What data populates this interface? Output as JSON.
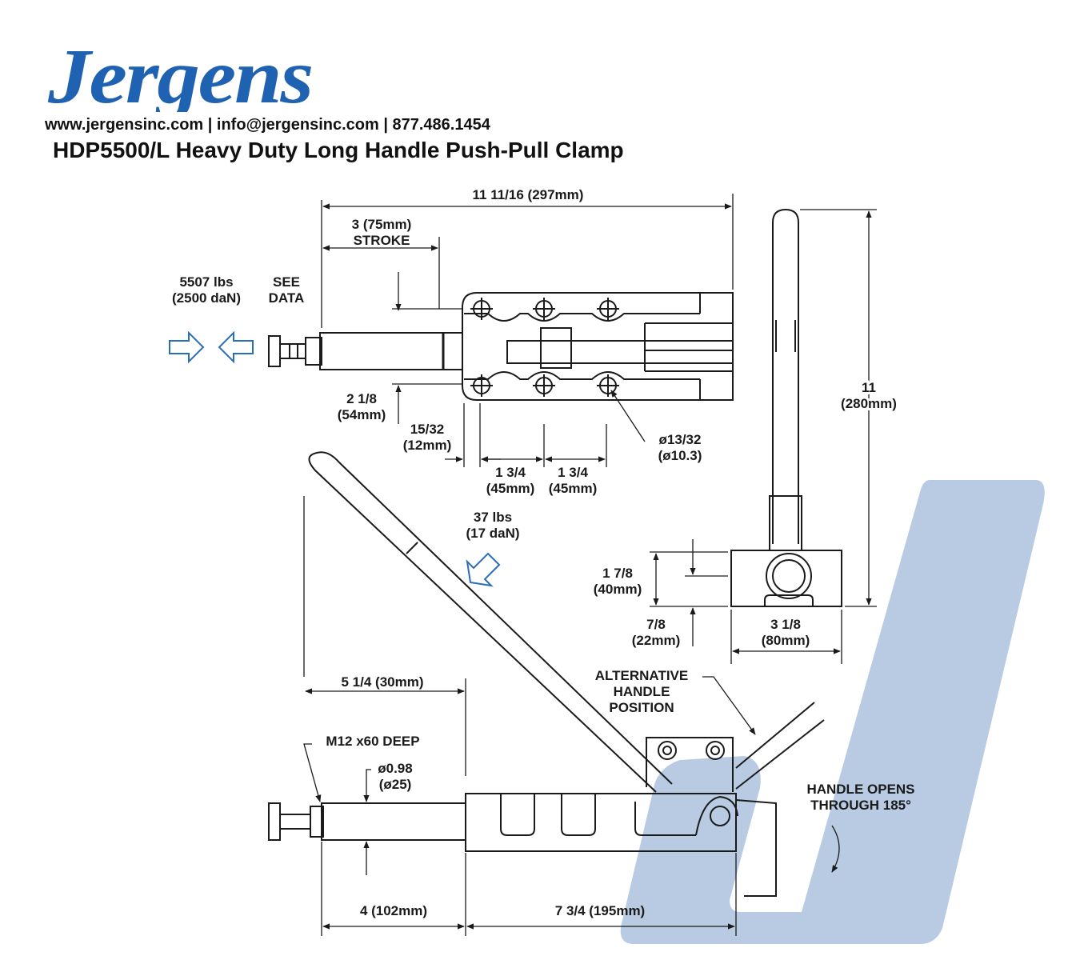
{
  "header": {
    "brand_name": "Jergens",
    "contact": "www.jergensinc.com | info@jergensinc.com | 877.486.1454",
    "title": "HDP5500/L Heavy Duty Long Handle Push-Pull Clamp"
  },
  "colors": {
    "brand_blue": "#1f62b1",
    "watermark_blue": "#b8cbe3",
    "arrow_blue": "#2a6db8",
    "line_dark": "#1a1a1a"
  },
  "labels": {
    "overall_length": "11 11/16 (297mm)",
    "stroke_value": "3 (75mm)",
    "stroke_word": "STROKE",
    "force_lbs": "5507 lbs",
    "force_dan": "(2500 daN)",
    "see": "SEE",
    "data": "DATA",
    "height_in": "11",
    "height_mm": "(280mm)",
    "h218_in": "2 1/8",
    "h218_mm": "(54mm)",
    "off1532_in": "15/32",
    "off1532_mm": "(12mm)",
    "dia1332_in": "ø13/32",
    "dia1332_mm": "(ø10.3)",
    "pitch1_in": "1 3/4",
    "pitch1_mm": "(45mm)",
    "pitch2_in": "1 3/4",
    "pitch2_mm": "(45mm)",
    "handle_force_lbs": "37 lbs",
    "handle_force_dan": "(17 daN)",
    "h178_in": "1 7/8",
    "h178_mm": "(40mm)",
    "h78_in": "7/8",
    "h78_mm": "(22mm)",
    "w318_in": "3 1/8",
    "w318_mm": "(80mm)",
    "alt_line1": "ALTERNATIVE",
    "alt_line2": "HANDLE",
    "alt_line3": "POSITION",
    "h514": "5 1/4 (30mm)",
    "thread": "M12 x60 DEEP",
    "dia098_in": "ø0.98",
    "dia098_mm": "(ø25)",
    "opens_line1": "HANDLE OPENS",
    "opens_line2": "THROUGH 185°",
    "len4": "4 (102mm)",
    "len734": "7 3/4 (195mm)"
  }
}
